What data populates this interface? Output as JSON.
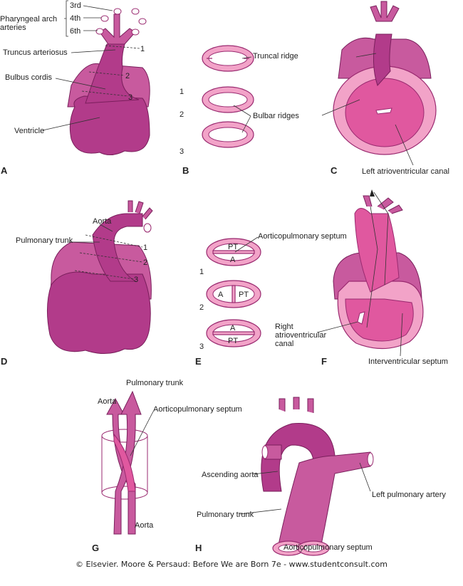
{
  "panels": {
    "A": {
      "letter": "A",
      "arch_3": "3rd",
      "arch_4": "4th",
      "arch_6": "6th",
      "arch_label_1": "Pharyngeal arch",
      "arch_label_2": "arteries",
      "truncus": "Truncus arteriosus",
      "bulbus": "Bulbus cordis",
      "ventricle": "Ventricle",
      "level_1": "1",
      "level_2": "2",
      "level_3": "3"
    },
    "B": {
      "letter": "B",
      "truncal_ridge": "Truncal ridge",
      "bulbar_ridges": "Bulbar ridges",
      "level_1": "1",
      "level_2": "2",
      "level_3": "3"
    },
    "C": {
      "letter": "C",
      "left_av_canal": "Left atrioventricular canal"
    },
    "D": {
      "letter": "D",
      "aorta": "Aorta",
      "pulmonary_trunk": "Pulmonary trunk",
      "level_1": "1",
      "level_2": "2",
      "level_3": "3"
    },
    "E": {
      "letter": "E",
      "septum": "Aorticopulmonary septum",
      "s1_top": "PT",
      "s1_bottom": "A",
      "s2_left": "A",
      "s2_right": "PT",
      "s3_top": "A",
      "s3_bottom": "PT",
      "level_1": "1",
      "level_2": "2",
      "level_3": "3"
    },
    "F": {
      "letter": "F",
      "right_av_1": "Right",
      "right_av_2": "atrioventricular",
      "right_av_3": "canal",
      "iv_septum": "Interventricular septum"
    },
    "G": {
      "letter": "G",
      "pulmonary_trunk": "Pulmonary trunk",
      "aorta_top": "Aorta",
      "septum": "Aorticopulmonary septum",
      "aorta_bottom": "Aorta"
    },
    "H": {
      "letter": "H",
      "ascending_aorta": "Ascending aorta",
      "left_pulmonary_artery": "Left pulmonary artery",
      "pulmonary_trunk": "Pulmonary trunk",
      "septum": "Aorticopulmonary septum"
    }
  },
  "footer": "© Elsevier. Moore & Persaud: Before We are Born 7e - www.studentconsult.com"
}
